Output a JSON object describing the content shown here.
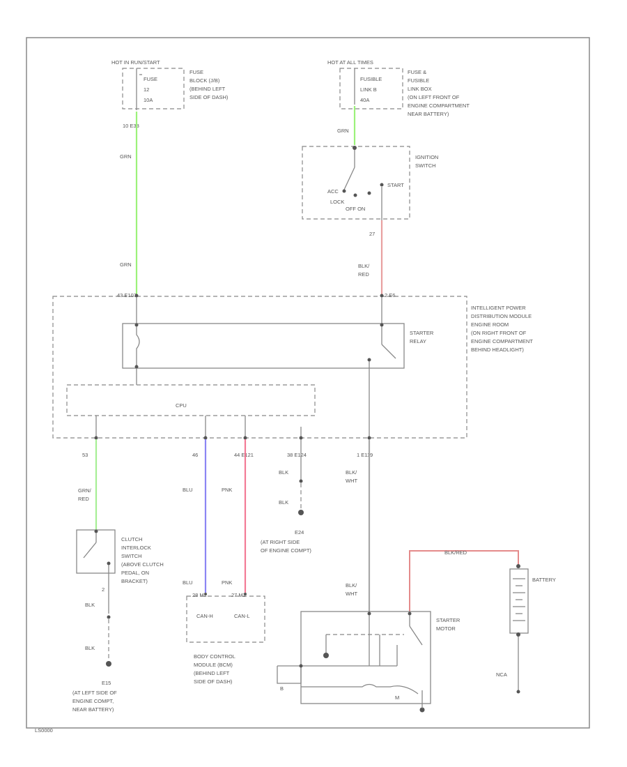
{
  "colors": {
    "grn": "#9cf27a",
    "grn_red": "#a6ee95",
    "blk_red": "#e8a0a0",
    "blu": "#8b85f4",
    "pnk": "#f37a96",
    "blk_wht": "#a8a8a8",
    "battery_cable": "#e48a8a",
    "gray_line": "#888888"
  },
  "labels": {
    "hot_run_start": "HOT IN RUN/START",
    "fuse_block_desc": [
      "FUSE",
      "BLOCK (J/B)",
      "(BEHIND LEFT",
      "SIDE OF DASH)"
    ],
    "fuse_block_fuse": "FUSE",
    "fuse_block_num": "12",
    "fuse_block_amp": "10A",
    "hot_at_all_times": "HOT AT ALL TIMES",
    "fusible_box_desc": [
      "FUSE &",
      "FUSIBLE",
      "LINK BOX",
      "(ON LEFT FRONT OF",
      "ENGINE COMPARTMENT",
      "NEAR BATTERY)"
    ],
    "fusible_link": "FUSIBLE",
    "fusible_link2": "LINK B",
    "fusible_amp": "40A",
    "conn_e33": "10 E33",
    "wire_grn_1": "GRN",
    "wire_grn_2": "GRN",
    "wire_grn_3": "GRN",
    "ignition_switch": [
      "IGNITION",
      "SWITCH"
    ],
    "ign_acc": "ACC",
    "ign_lock": "LOCK",
    "ign_start": "START",
    "ign_off_on": "OFF ON",
    "pin_27": "27",
    "wire_blk_red": [
      "BLK/",
      "RED"
    ],
    "conn_e107": "43 E107",
    "conn_e6": "2 E6",
    "ipdm_desc": [
      "INTELLIGENT POWER",
      "DISTRIBUTION MODULE",
      "ENGINE ROOM",
      "(ON RIGHT FRONT OF",
      "ENGINE COMPARTMENT",
      "BEHIND HEADLIGHT)"
    ],
    "starter_relay": [
      "STARTER",
      "RELAY"
    ],
    "cpu": "CPU",
    "pin_53": "53",
    "pin_46": "46",
    "pin_44_e121": "44 E121",
    "pin_38_e124": "38 E124",
    "pin_1_e119": "1 E119",
    "wire_grn_red": [
      "GRN/",
      "RED"
    ],
    "wire_blu": "BLU",
    "wire_pnk": "PNK",
    "wire_blk_1": "BLK",
    "wire_blk_2": "BLK",
    "wire_blk_wht_1": [
      "BLK/",
      "WHT"
    ],
    "wire_blk_wht_2": [
      "BLK/",
      "WHT"
    ],
    "ground_e24": "E24",
    "ground_e24_desc": [
      "(AT RIGHT SIDE",
      "OF ENGINE COMPT)"
    ],
    "clutch_switch": [
      "CLUTCH",
      "INTERLOCK",
      "SWITCH",
      "(ABOVE CLUTCH",
      "PEDAL, ON",
      "BRACKET)"
    ],
    "pin_2": "2",
    "wire_blk_3": "BLK",
    "wire_blk_4": "BLK",
    "ground_e15": "E15",
    "ground_e15_desc": [
      "(AT LEFT SIDE OF",
      "ENGINE COMPT,",
      "NEAR BATTERY)"
    ],
    "bcm_pins_left": "28 M1",
    "bcm_pins_right": "27 M2",
    "bcm_canh": "CAN-H",
    "bcm_canl": "CAN-L",
    "wire_blu_bcm": "BLU",
    "wire_pnk_bcm": "PNK",
    "bcm_desc": [
      "BODY CONTROL",
      "MODULE (BCM)",
      "(BEHIND LEFT",
      "SIDE OF DASH)"
    ],
    "battery_cable": "BLK/RED",
    "battery": "BATTERY",
    "starter_motor": [
      "STARTER",
      "MOTOR"
    ],
    "motor_m": "M",
    "motor_b": "B",
    "ncа_label": "NCA",
    "footer_code": "LS0000"
  }
}
